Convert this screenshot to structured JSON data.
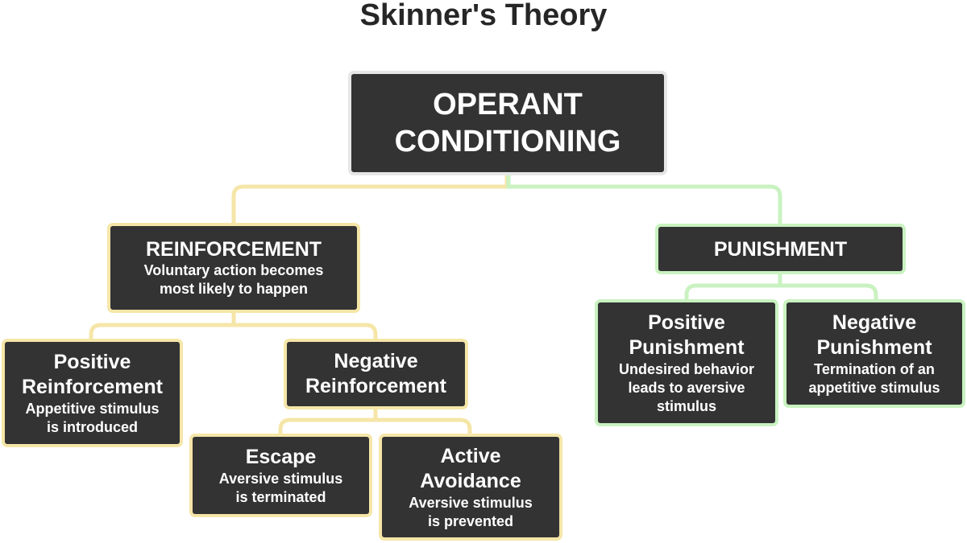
{
  "title": "Skinner's Theory",
  "colors": {
    "node_fill": "#333333",
    "node_text": "#ffffff",
    "reinforcement_branch": "#f5e6a8",
    "punishment_branch": "#c9f2c0",
    "title_text": "#262626"
  },
  "root": {
    "line1": "OPERANT",
    "line2": "CONDITIONING"
  },
  "reinforcement": {
    "heading": "REINFORCEMENT",
    "desc1": "Voluntary action becomes",
    "desc2": "most likely to happen"
  },
  "punishment": {
    "heading": "PUNISHMENT"
  },
  "positive_reinforcement": {
    "line1": "Positive",
    "line2": "Reinforcement",
    "desc1": "Appetitive stimulus",
    "desc2": "is introduced"
  },
  "negative_reinforcement": {
    "line1": "Negative",
    "line2": "Reinforcement"
  },
  "escape": {
    "heading": "Escape",
    "desc1": "Aversive stimulus",
    "desc2": "is terminated"
  },
  "active_avoidance": {
    "line1": "Active",
    "line2": "Avoidance",
    "desc1": "Aversive stimulus",
    "desc2": "is prevented"
  },
  "positive_punishment": {
    "line1": "Positive",
    "line2": "Punishment",
    "desc1": "Undesired behavior",
    "desc2": "leads to aversive",
    "desc3": "stimulus"
  },
  "negative_punishment": {
    "line1": "Negative",
    "line2": "Punishment",
    "desc1": "Termination of an",
    "desc2": "appetitive stimulus"
  }
}
